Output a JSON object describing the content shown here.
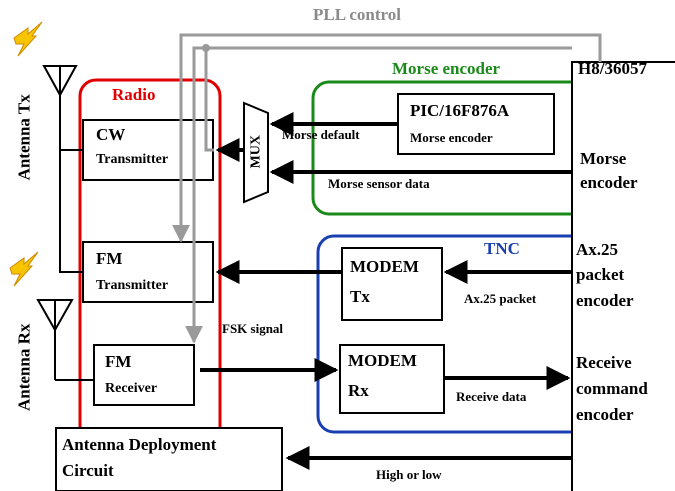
{
  "pll_control": "PLL control",
  "antennas": {
    "tx_label": "Antenna Tx",
    "rx_label": "Antenna Rx"
  },
  "radio": {
    "title": "Radio",
    "cw": [
      "CW",
      "Transmitter"
    ],
    "fm_tx": [
      "FM",
      "Transmitter"
    ],
    "fm_rx": [
      "FM",
      "Receiver"
    ]
  },
  "mux": "MUX",
  "morse": {
    "title": "Morse encoder",
    "pic": [
      "PIC/16F876A",
      "Morse encoder"
    ],
    "default_label": "Morse default",
    "sensor_label": "Morse sensor data"
  },
  "h8": {
    "title": "H8/36057",
    "morse_encoder": [
      "Morse",
      "encoder"
    ],
    "ax25": [
      "Ax.25",
      "packet",
      "encoder"
    ],
    "receive": [
      "Receive",
      "command",
      "encoder"
    ]
  },
  "tnc": {
    "title": "TNC",
    "modem_tx": [
      "MODEM",
      "Tx"
    ],
    "modem_rx": [
      "MODEM",
      "Rx"
    ],
    "ax25_packet": "Ax.25 packet",
    "receive_data": "Receive data"
  },
  "fsk_signal": "FSK signal",
  "deployment": {
    "title": [
      "Antenna Deployment",
      "Circuit"
    ],
    "signal": "High or low"
  },
  "colors": {
    "radio": "#e00000",
    "morse": "#1a8a1a",
    "tnc": "#1a3fb0",
    "pll_text": "#8a8a8a",
    "pll_line": "#9a9a9a",
    "lightning_fill": "#f6c400",
    "lightning_stroke": "#d08a00"
  }
}
